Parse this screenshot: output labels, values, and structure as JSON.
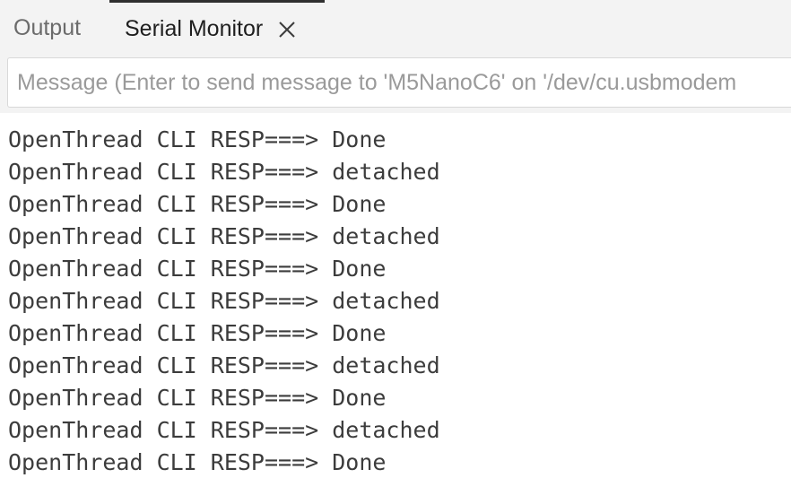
{
  "tabs": {
    "output_label": "Output",
    "serial_label": "Serial Monitor",
    "close_icon": "close-icon"
  },
  "message": {
    "placeholder": "Message (Enter to send message to 'M5NanoC6' on '/dev/cu.usbmodem",
    "value": ""
  },
  "output_lines": [
    "OpenThread CLI RESP===> Done",
    "OpenThread CLI RESP===> detached",
    "OpenThread CLI RESP===> Done",
    "OpenThread CLI RESP===> detached",
    "OpenThread CLI RESP===> Done",
    "OpenThread CLI RESP===> detached",
    "OpenThread CLI RESP===> Done",
    "OpenThread CLI RESP===> detached",
    "OpenThread CLI RESP===> Done",
    "OpenThread CLI RESP===> detached",
    "OpenThread CLI RESP===> Done"
  ],
  "colors": {
    "panel_bg": "#f3f3f3",
    "active_tab_border": "#2f2f2f",
    "text": "#3c3c3c"
  }
}
